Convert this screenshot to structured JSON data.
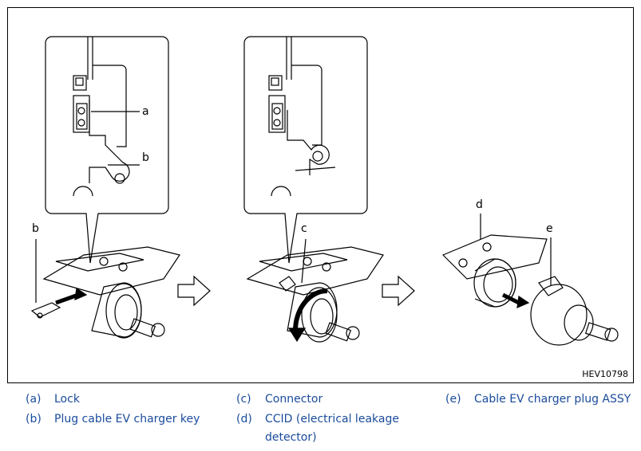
{
  "figure": {
    "id": "HEV10798",
    "callouts": {
      "a": "a",
      "b": "b",
      "c": "c",
      "d": "d",
      "e": "e"
    }
  },
  "legend": [
    {
      "key": "(a)",
      "text": "Lock"
    },
    {
      "key": "(b)",
      "text": "Plug cable EV charger key"
    },
    {
      "key": "(c)",
      "text": "Connector"
    },
    {
      "key": "(d)",
      "text": "CCID (electrical leakage",
      "text2": "detector)"
    },
    {
      "key": "(e)",
      "text": "Cable EV charger plug ASSY"
    }
  ],
  "colors": {
    "legend_text": "#1a4b9c",
    "line": "#000000"
  }
}
